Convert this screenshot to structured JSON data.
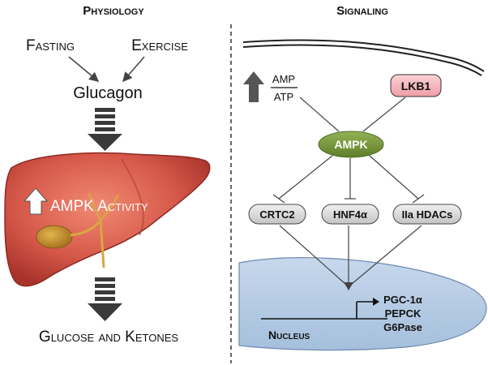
{
  "left": {
    "header": "Physiology",
    "inputs": {
      "fasting": "Fasting",
      "exercise": "Exercise"
    },
    "hormone": "Glucagon",
    "liver_label": "AMPK Activity",
    "output": "Glucose and Ketones"
  },
  "right": {
    "header": "Signaling",
    "ratio": {
      "numerator": "AMP",
      "denominator": "ATP"
    },
    "lkb1": "LKB1",
    "ampk": "AMPK",
    "targets": {
      "crtc2": "CRTC2",
      "hnf4a": "HNF4α",
      "hdacs": "IIa HDACs"
    },
    "genes": [
      "PGC-1α",
      "PEPCK",
      "G6Pase"
    ],
    "nucleus": "Nucleus"
  },
  "colors": {
    "ampk": "#7a9a3c",
    "lkb1": "#f4b8bd",
    "target_pill": "#d9d9d9",
    "nucleus": "#b9cde3",
    "liver": "#d6584a",
    "arrow": "#3a3a3a"
  }
}
